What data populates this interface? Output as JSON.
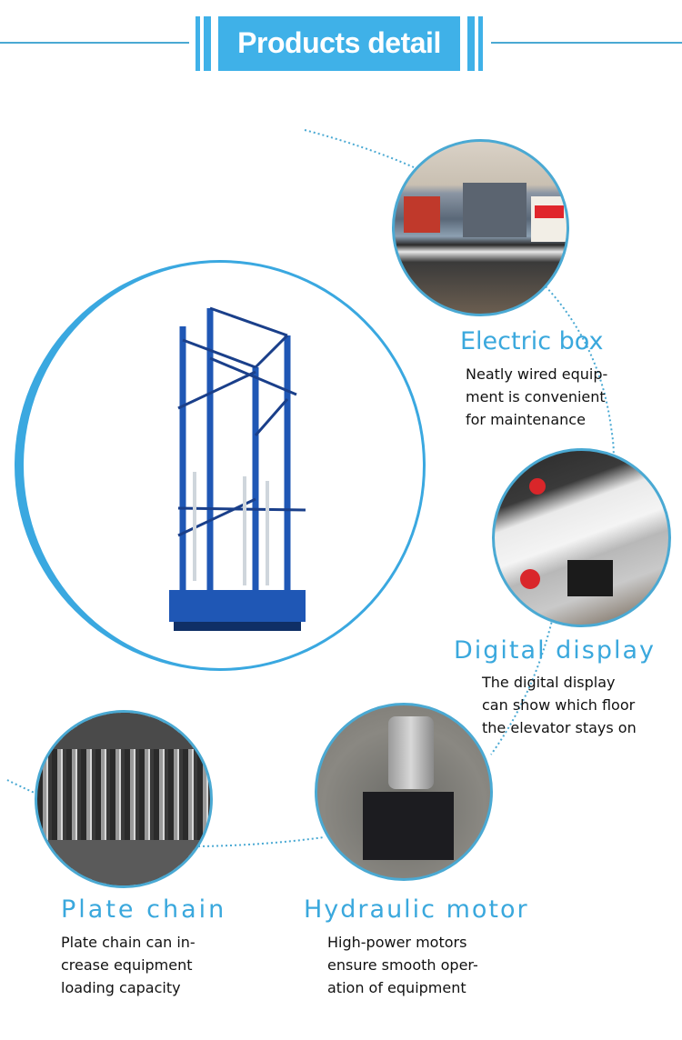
{
  "header": {
    "title": "Products detail",
    "accent_color": "#3fb1e8",
    "line_color": "#4aa9d3"
  },
  "main_product": {
    "image": "blue-vertical-cargo-lift-icon",
    "frame_color": "#3aa8e0"
  },
  "features": [
    {
      "title": "Electric box",
      "description": "Neatly wired equip-\nment is convenient\nfor maintenance",
      "image": "electric-box-photo"
    },
    {
      "title": "Digital display",
      "description": "The digital display\ncan show which floor\nthe elevator stays on",
      "image": "digital-display-photo"
    },
    {
      "title": "Plate chain",
      "description": "Plate chain can in-\ncrease equipment\nloading capacity",
      "image": "plate-chain-photo"
    },
    {
      "title": "Hydraulic motor",
      "description": "High-power motors\nensure smooth oper-\nation of equipment",
      "image": "hydraulic-motor-photo"
    }
  ]
}
